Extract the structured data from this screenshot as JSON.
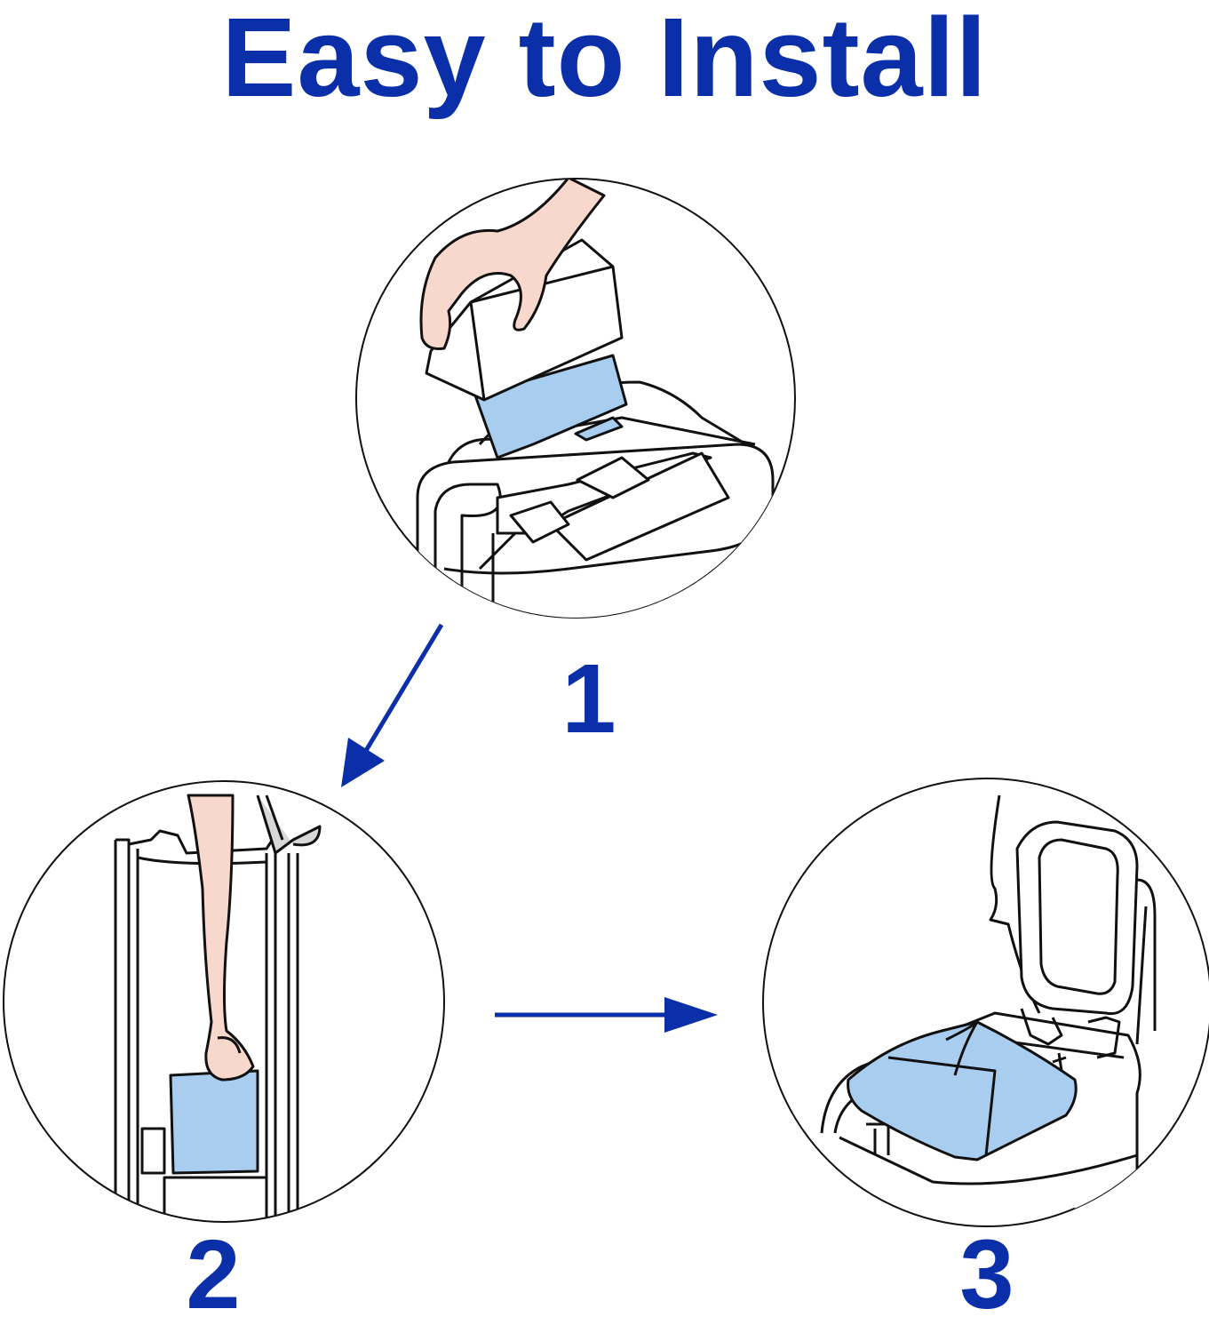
{
  "title": "Easy to Install",
  "steps": [
    {
      "number": "1"
    },
    {
      "number": "2"
    },
    {
      "number": "3"
    }
  ],
  "colors": {
    "accent": "#0a2fa8",
    "pad": "#a8cdef",
    "skin": "#f8d8cc",
    "line": "#111111"
  },
  "icons": [
    "hand-placing-pad-icon",
    "toilet-tank-icon",
    "arrow-icon",
    "cleaning-pad-icon"
  ]
}
